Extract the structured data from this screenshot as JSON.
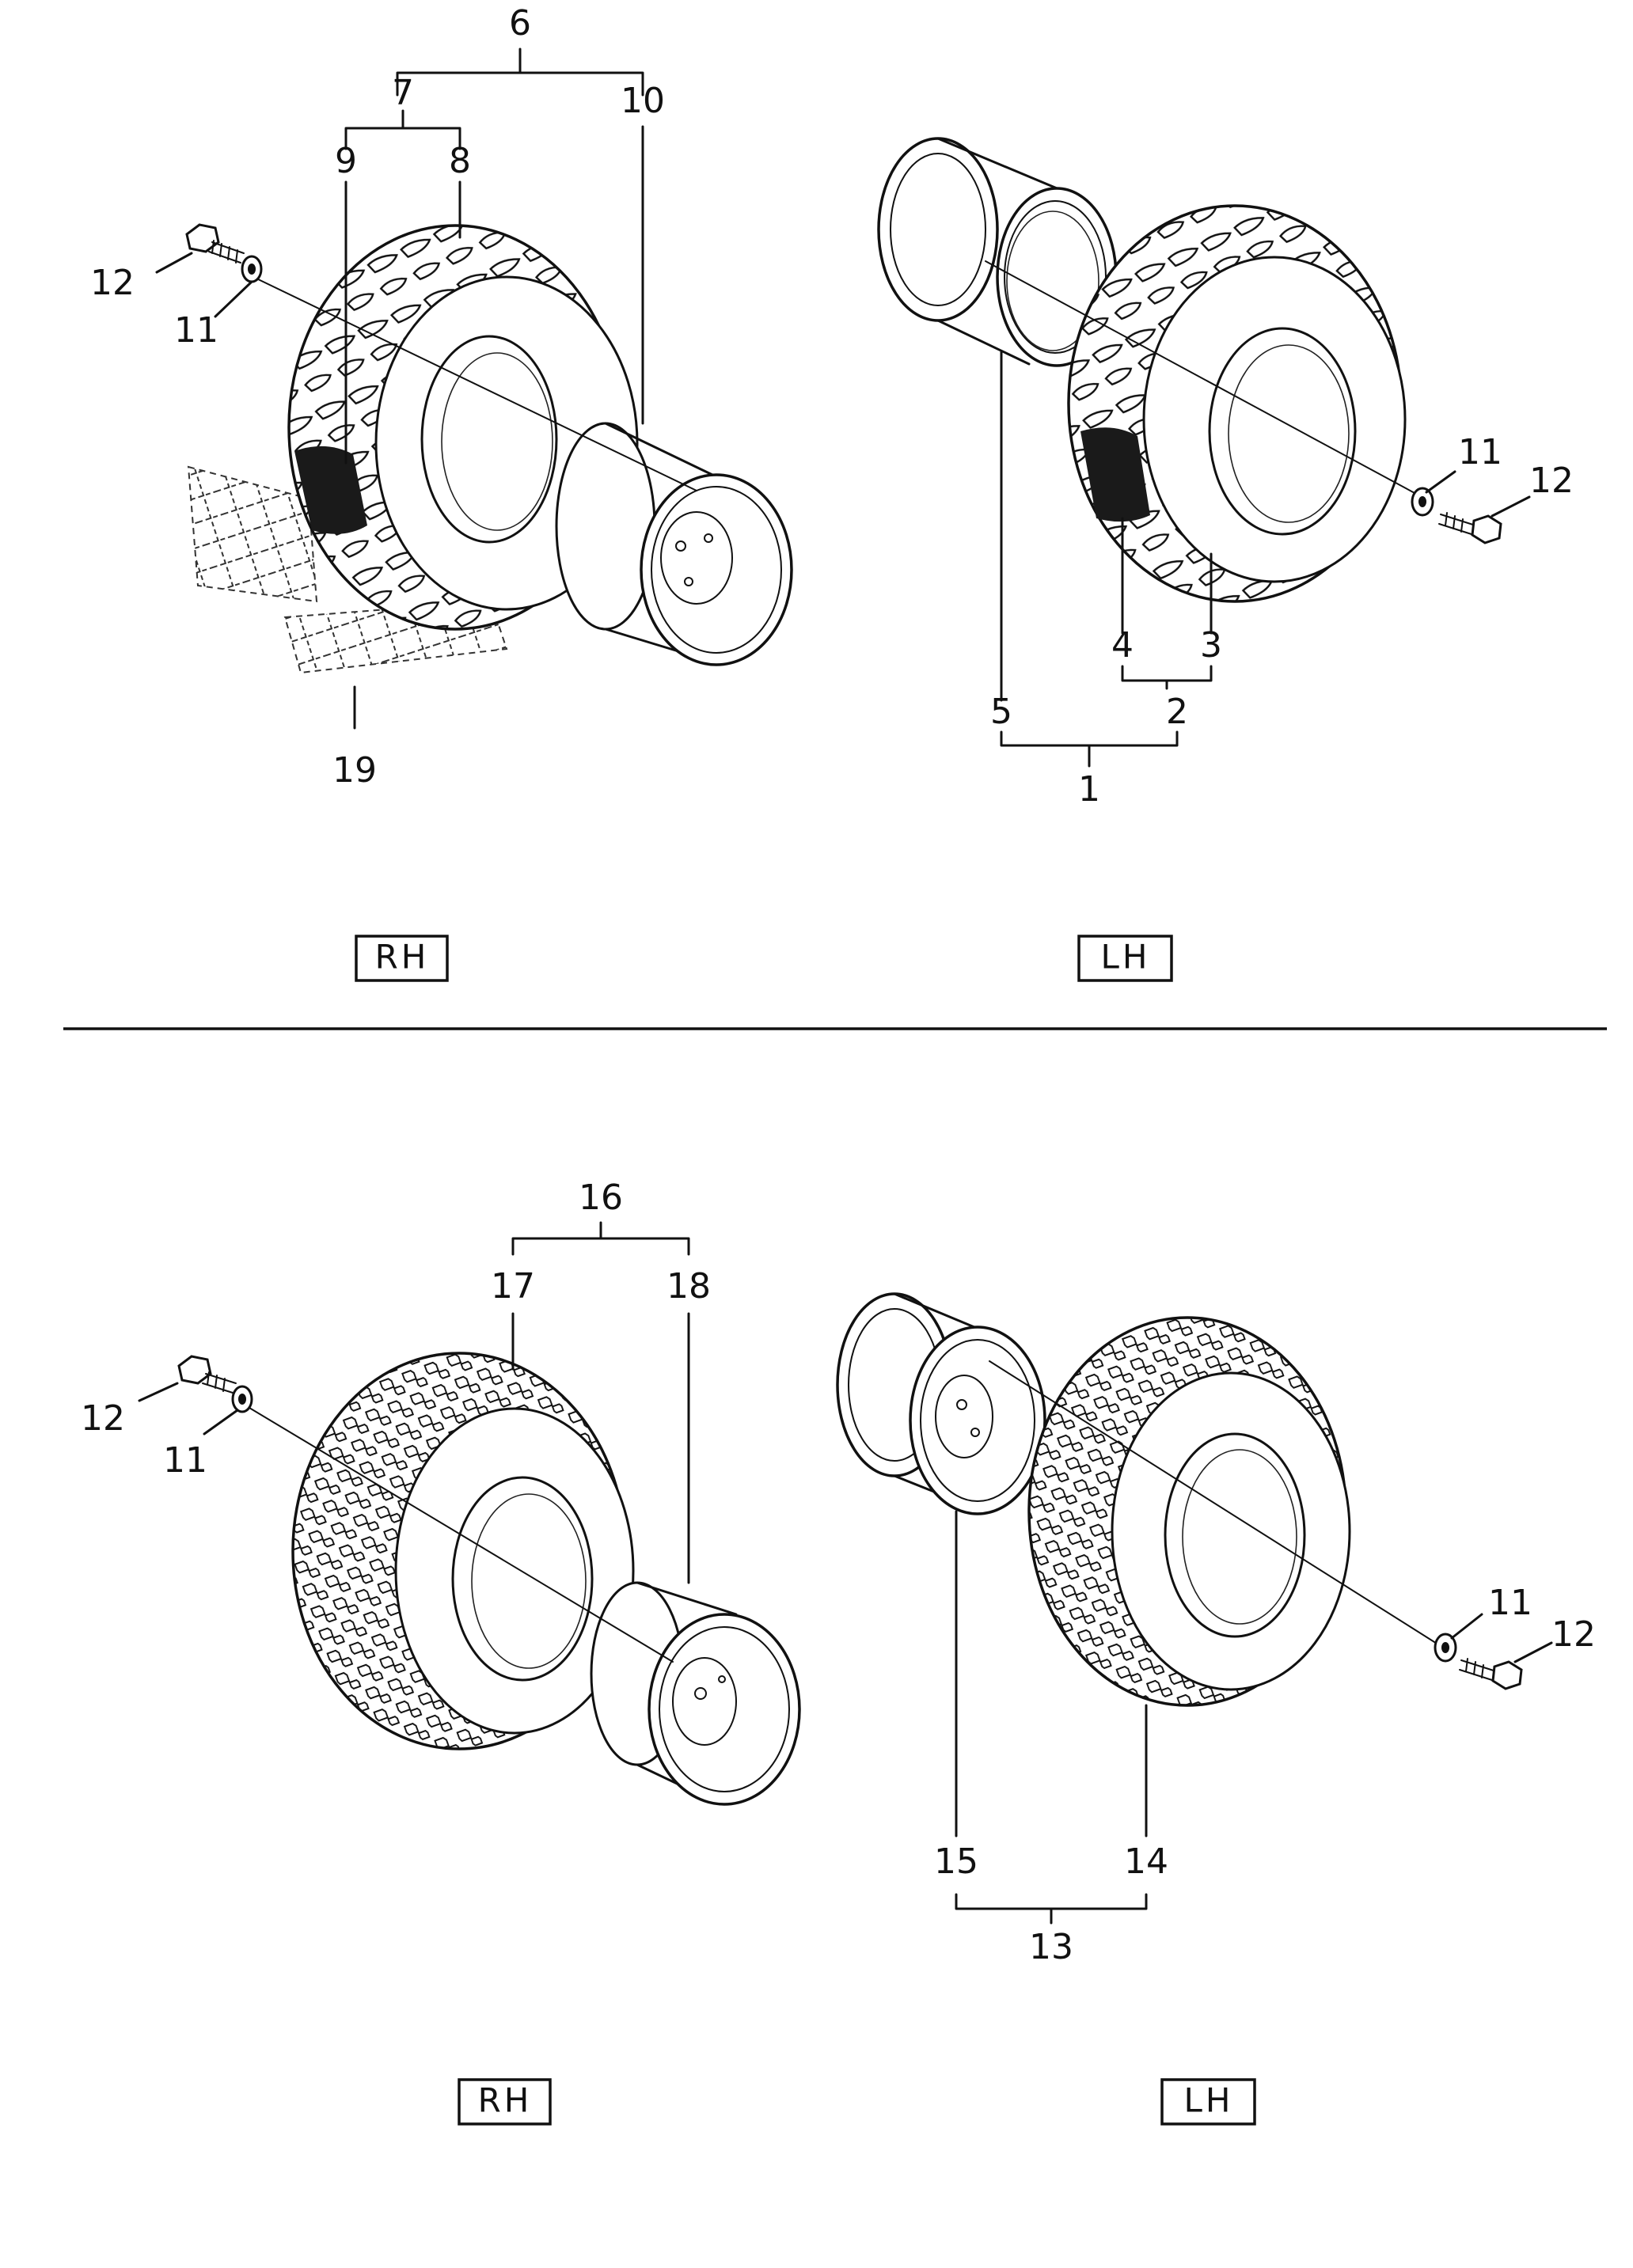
{
  "top": {
    "rh": {
      "callouts": {
        "c6": "6",
        "c7": "7",
        "c8": "8",
        "c9": "9",
        "c10": "10",
        "c11": "11",
        "c12": "12",
        "c19": "19"
      },
      "side_label": "RH"
    },
    "lh": {
      "callouts": {
        "c1": "1",
        "c2": "2",
        "c3": "3",
        "c4": "4",
        "c5": "5",
        "c11": "11",
        "c12": "12"
      },
      "side_label": "LH"
    }
  },
  "bottom": {
    "rh": {
      "callouts": {
        "c11": "11",
        "c12": "12",
        "c16": "16",
        "c17": "17",
        "c18": "18"
      },
      "side_label": "RH"
    },
    "lh": {
      "callouts": {
        "c11": "11",
        "c12": "12",
        "c13": "13",
        "c14": "14",
        "c15": "15"
      },
      "side_label": "LH"
    }
  },
  "icons": [
    "bolt",
    "washer",
    "lug-tyre",
    "inner-tube",
    "wheel-rim",
    "turf-tyre",
    "snow-chain"
  ]
}
